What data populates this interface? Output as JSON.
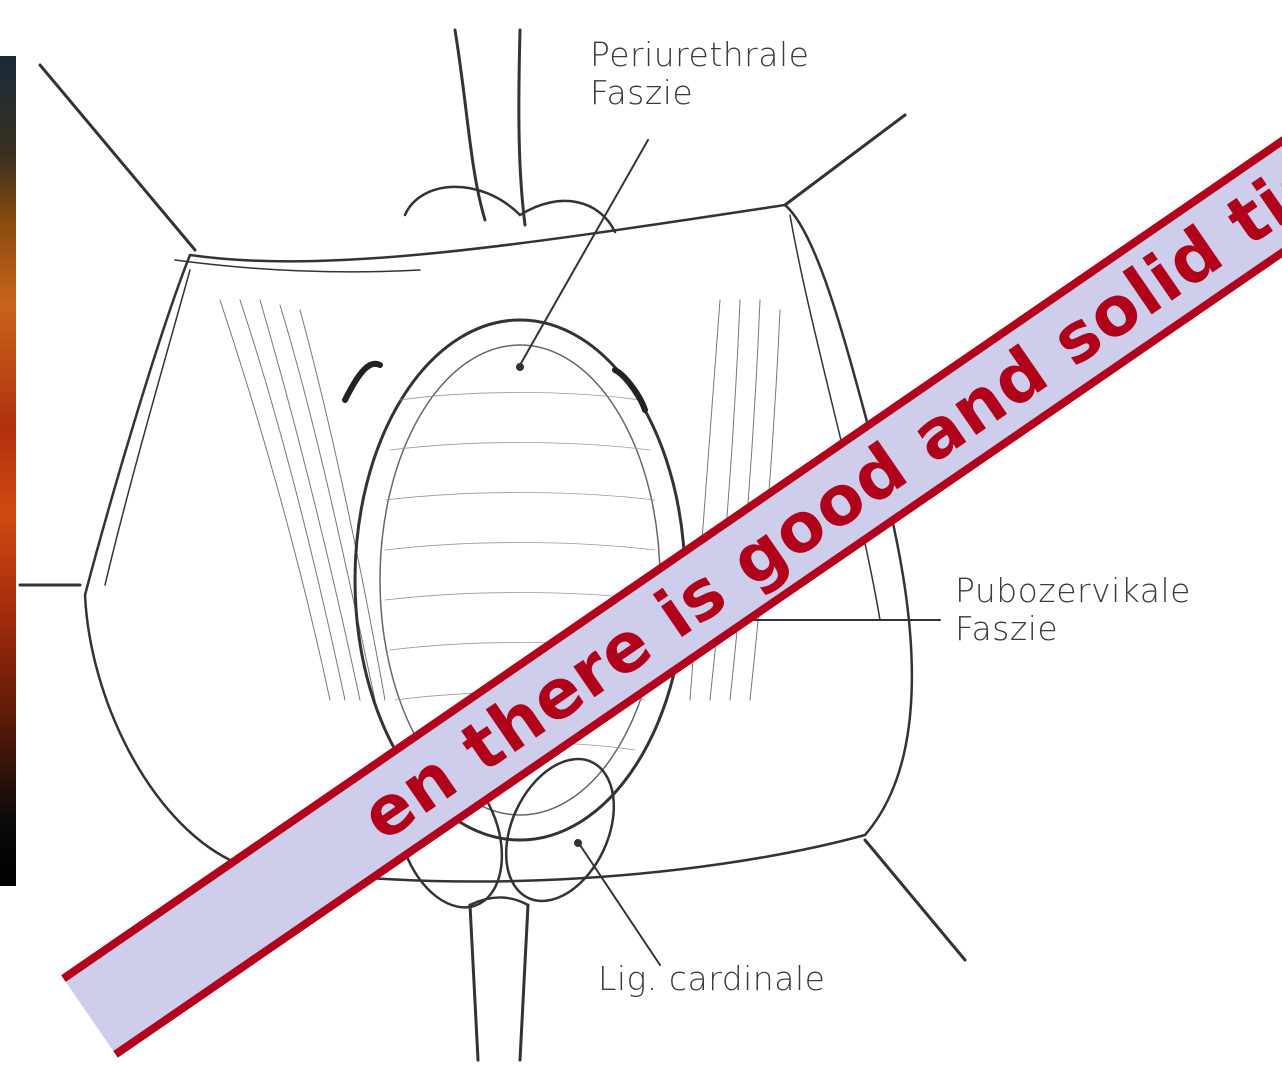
{
  "labels": {
    "periurethral": [
      "Periurethrale",
      "Faszie"
    ],
    "pubozervikal": [
      "Pubozervikale",
      "Faszie"
    ],
    "cardinale": "Lig. cardinale"
  },
  "banner": {
    "text": "en there is good and solid tissue – Why use",
    "fill_color": "#cfcdec",
    "border_color": "#b3001b",
    "text_color": "#b0001a"
  }
}
